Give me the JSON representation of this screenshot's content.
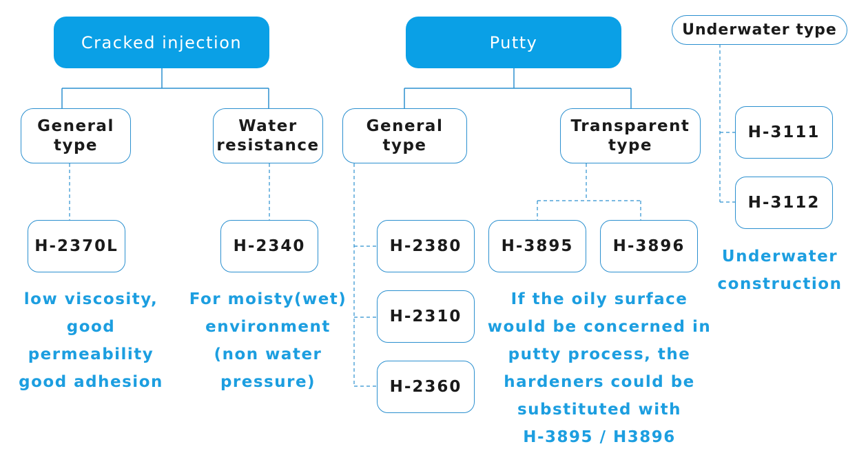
{
  "heads": {
    "crack": "Cracked injection",
    "putty": "Putty",
    "underwater": "Underwater type"
  },
  "categories": {
    "crack_general": "General\ntype",
    "crack_water": "Water\nresistance",
    "putty_general": "General\ntype",
    "putty_transparent": "Transparent\ntype"
  },
  "products": {
    "h2370l": "H-2370L",
    "h2340": "H-2340",
    "h2380": "H-2380",
    "h2310": "H-2310",
    "h2360": "H-2360",
    "h3895": "H-3895",
    "h3896": "H-3896",
    "h3111": "H-3111",
    "h3112": "H-3112"
  },
  "descriptions": {
    "crack_general": "low viscosity,\ngood\npermeability\ngood adhesion",
    "crack_water": "For moisty(wet)\nenvironment\n(non water\npressure)",
    "putty_transparent": "If the oily surface\nwould be concerned in\nputty process, the\nhardeners could be\nsubstituted with\nH-3895 / H3896",
    "underwater": "Underwater\nconstruction"
  },
  "colors": {
    "accent": "#0aa0e6",
    "border": "#2a8fcf",
    "description_text": "#1c9ee0",
    "connector": "#2a8fcf"
  }
}
